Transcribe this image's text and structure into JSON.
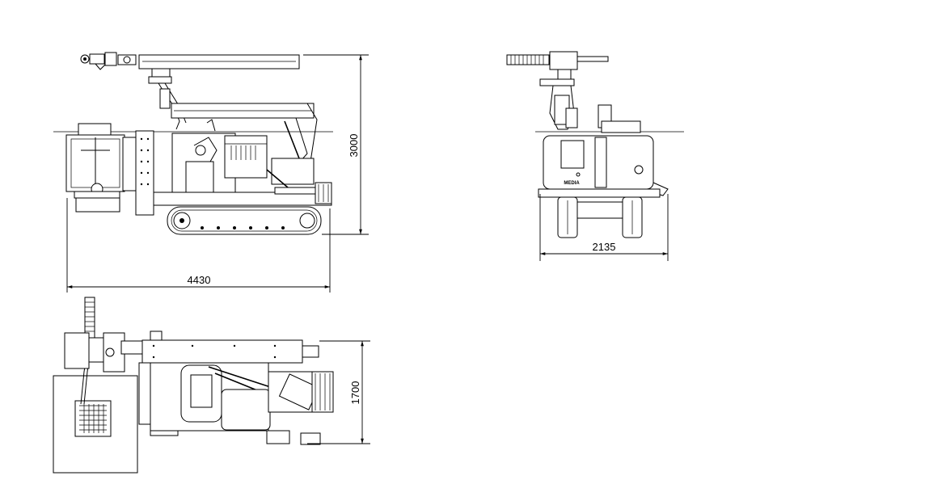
{
  "dimensions": {
    "length": "4430",
    "height": "3000",
    "width": "2135",
    "top_width": "1700"
  },
  "labels": {
    "brand": "MEDIA"
  }
}
